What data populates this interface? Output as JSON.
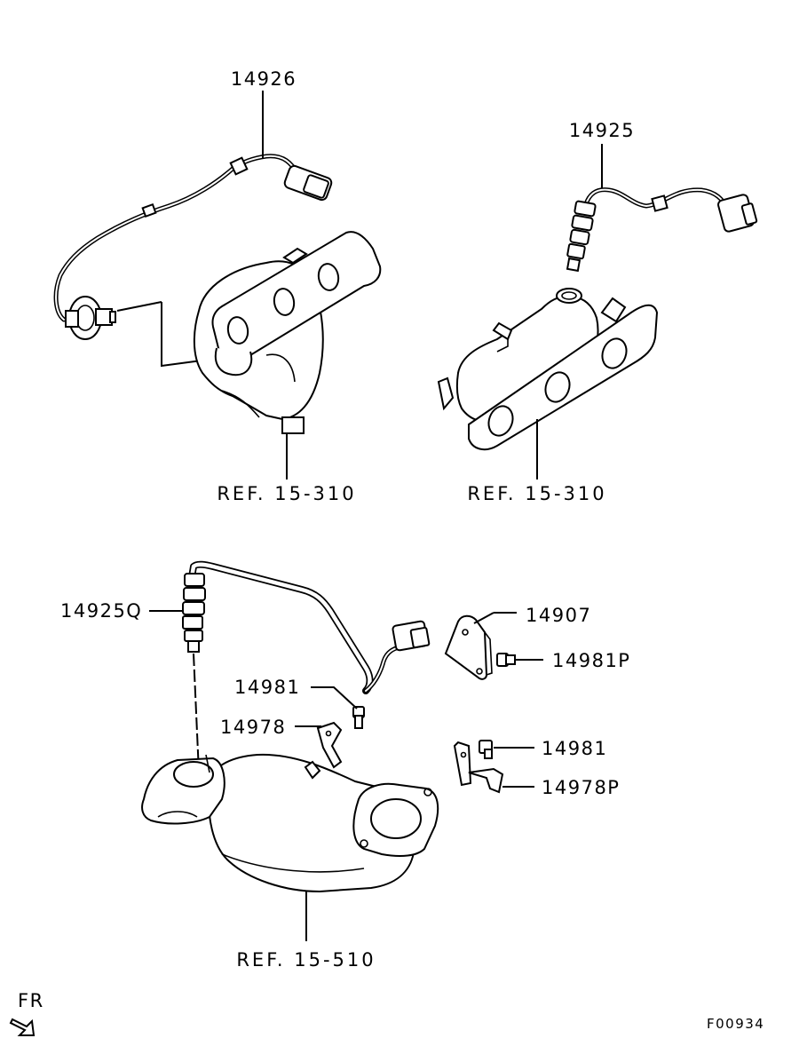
{
  "labels": {
    "sensor_upper_left": "14926",
    "sensor_upper_right": "14925",
    "ref_manifold_left": "REF. 15-310",
    "ref_manifold_right": "REF. 15-310",
    "sensor_lower": "14925Q",
    "bracket": "14907",
    "bolt_bracket": "14981P",
    "bolt_left": "14981",
    "clip_left": "14978",
    "bolt_right": "14981",
    "clip_right": "14978P",
    "ref_catalyst": "REF. 15-510",
    "front_marker": "FR",
    "figure_code": "F00934"
  }
}
